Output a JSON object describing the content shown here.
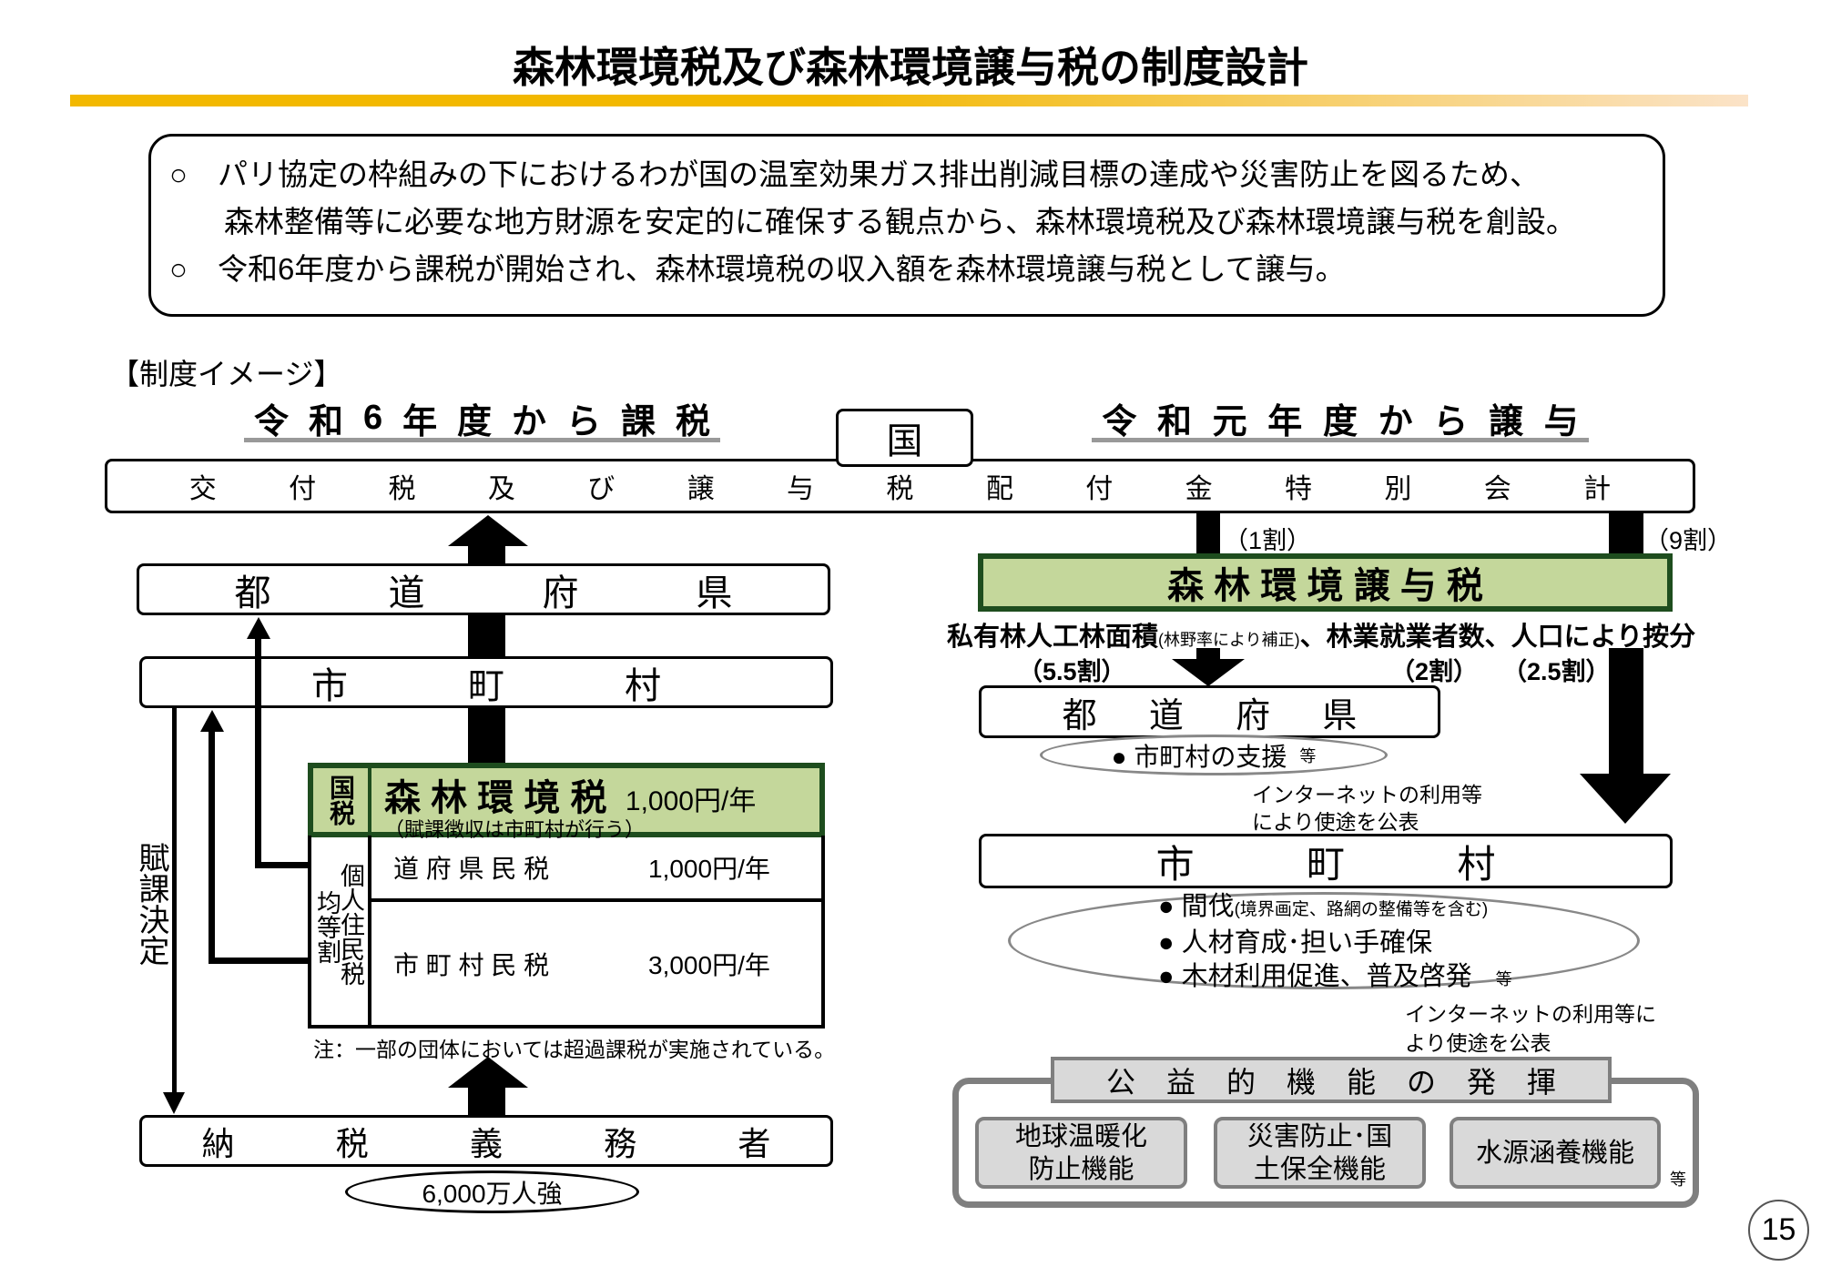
{
  "title": "森林環境税及び森林環境譲与税の制度設計",
  "summary": {
    "bullet": "○",
    "line1": "パリ協定の枠組みの下におけるわが国の温室効果ガス排出削減目標の達成や災害防止を図るため、",
    "line1b": "森林整備等に必要な地方財源を安定的に確保する観点から、森林環境税及び森林環境譲与税を創設。",
    "line2": "令和6年度から課税が開始され、森林環境税の収入額を森林環境譲与税として譲与。"
  },
  "section_label": "【制度イメージ】",
  "left_heading": [
    "令",
    "和",
    "6",
    "年",
    "度",
    "か",
    "ら",
    "課",
    "税"
  ],
  "right_heading": [
    "令",
    "和",
    "元",
    "年",
    "度",
    "か",
    "ら",
    "譲",
    "与"
  ],
  "country": "国",
  "special_account": [
    "交",
    "付",
    "税",
    "及",
    "び",
    "譲",
    "与",
    "税",
    "配",
    "付",
    "金",
    "特",
    "別",
    "会",
    "計"
  ],
  "left": {
    "prefecture": [
      "都",
      "道",
      "府",
      "県"
    ],
    "municipality": [
      "市",
      "町",
      "村"
    ],
    "levy_decision": "賦課決定",
    "national_tax": "国税",
    "forest_tax": "森 林 環 境 税",
    "forest_tax_amount": "1,000円/年",
    "forest_tax_note": "（賦課徴収は市町村が行う）",
    "resident_tax": "個人住民税",
    "equal_rate": "均等割",
    "pref_tax": "道 府 県 民 税",
    "pref_tax_amount": "1,000円/年",
    "muni_tax": "市 町 村 民 税",
    "muni_tax_amount": "3,000円/年",
    "note": "注：一部の団体においては超過課税が実施されている。",
    "taxpayers": [
      "納",
      "税",
      "義",
      "務",
      "者"
    ],
    "taxpayer_count": "6,000万人強"
  },
  "right": {
    "share_1": "（1割）",
    "share_9": "（9割）",
    "transfer_tax": "森 林 環 境 譲 与 税",
    "allocation_a": "私有林人工林面積",
    "allocation_a_note": "(林野率により補正)",
    "allocation_b": "、林業就業者数、人口により按分",
    "ratio_area": "（5.5割）",
    "ratio_workers": "（2割）",
    "ratio_population": "（2.5割）",
    "prefecture": [
      "都",
      "道",
      "府",
      "県"
    ],
    "pref_use": "● 市町村の支援",
    "etc": "等",
    "publish_1a": "インターネットの利用等",
    "publish_1b": "により使途を公表",
    "municipality": [
      "市",
      "町",
      "村"
    ],
    "muni_use_1": "● 間伐",
    "muni_use_1_note": "(境界画定、路網の整備等を含む)",
    "muni_use_2": "● 人材育成･担い手確保",
    "muni_use_3": "● 木材利用促進、普及啓発",
    "publish_2a": "インターネットの利用等に",
    "publish_2b": "より使途を公表",
    "benefit_header": [
      "公",
      "益",
      "的",
      "機",
      "能",
      "の",
      "発",
      "揮"
    ],
    "benefit_1": "地球温暖化防止機能",
    "benefit_2": "災害防止･国土保全機能",
    "benefit_3": "水源涵養機能"
  },
  "page_number": "15",
  "colors": {
    "accent_gold": "#f2b800",
    "green_fill": "#c4d79b",
    "green_border": "#1e4d1e"
  }
}
